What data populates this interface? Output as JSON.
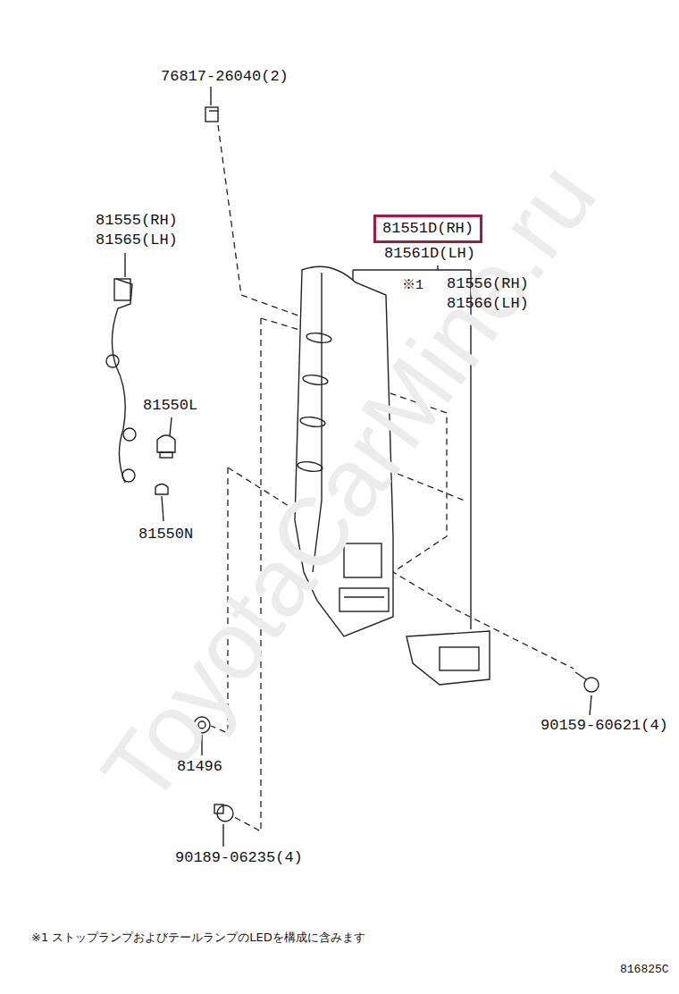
{
  "diagram": {
    "nodes": [
      {
        "text": [
          "81551D(RH)"
        ]
      }
    ],
    "labels": [
      "76817-26040(2)",
      "81555(RH)",
      "81565(LH)",
      "81561D(LH)",
      "※1",
      "81556(RH)",
      "81566(LH)",
      "81550L",
      "81550N",
      "90159-60621(4)",
      "81496",
      "90189-06235(4)",
      "※1 ストップランプおよびテールランプのLEDを構成に含みます",
      "816825C",
      "ToyotaCarMine.ru"
    ]
  }
}
